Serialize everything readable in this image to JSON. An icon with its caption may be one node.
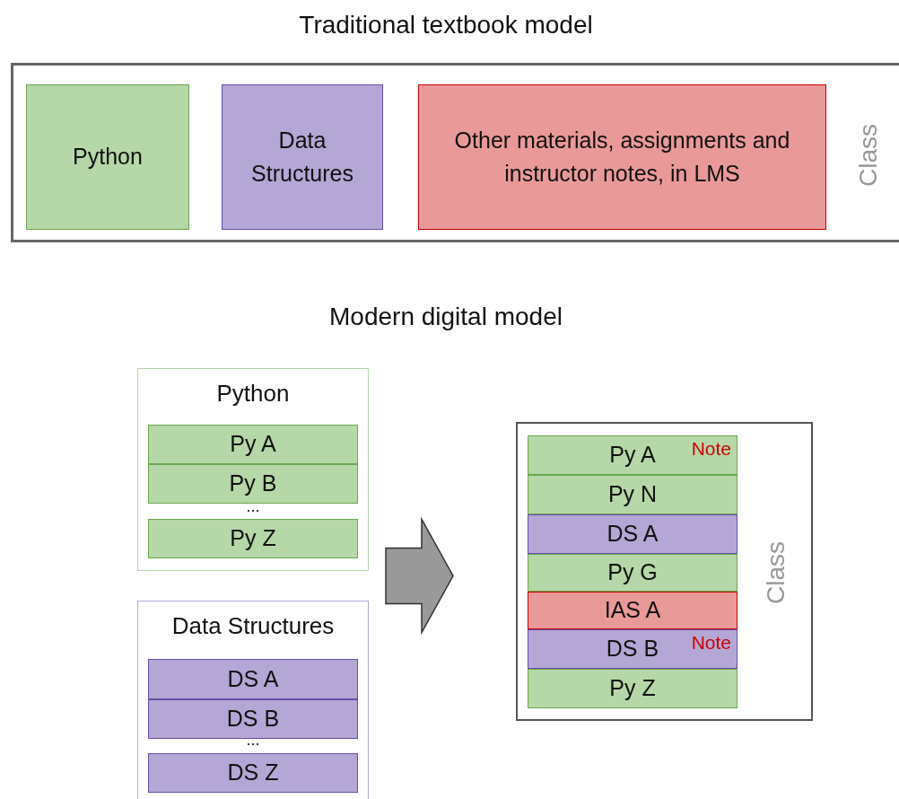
{
  "diagram": {
    "nodes": [
      {
        "text": [
          "Class"
        ]
      },
      {
        "text": [
          "Python"
        ],
        "in": 0
      },
      {
        "text": [
          "Data Structures"
        ],
        "in": 0
      },
      {
        "text": [
          "Other materials, assignments and instructor notes, in LMS"
        ],
        "in": 0
      },
      {
        "text": [
          "Python",
          "..."
        ]
      },
      {
        "text": [
          "Py A"
        ],
        "in": 4
      },
      {
        "text": [
          "Py B"
        ],
        "in": 4
      },
      {
        "text": [
          "Py Z"
        ],
        "in": 4
      },
      {
        "text": [
          "Data Structures",
          "..."
        ]
      },
      {
        "text": [
          "DS A"
        ],
        "in": 8
      },
      {
        "text": [
          "DS B"
        ],
        "in": 8
      },
      {
        "text": [
          "DS Z"
        ],
        "in": 8
      },
      {
        "text": [
          "Class"
        ]
      },
      {
        "text": [
          "Py A",
          "Note"
        ],
        "in": 12
      },
      {
        "text": [
          "Py N"
        ],
        "in": 12
      },
      {
        "text": [
          "DS A"
        ],
        "in": 12
      },
      {
        "text": [
          "Py G"
        ],
        "in": 12
      },
      {
        "text": [
          "IAS A"
        ],
        "in": 12
      },
      {
        "text": [
          "DS B",
          "Note"
        ],
        "in": 12
      },
      {
        "text": [
          "Py Z"
        ],
        "in": 12
      }
    ],
    "edges": [
      {
        "from": 4,
        "to": 12,
        "arrow": "to",
        "style": "thick"
      },
      {
        "from": 8,
        "to": 12,
        "arrow": "to",
        "style": "thick"
      }
    ],
    "labels": [
      "Traditional textbook model",
      "Modern digital model"
    ]
  }
}
